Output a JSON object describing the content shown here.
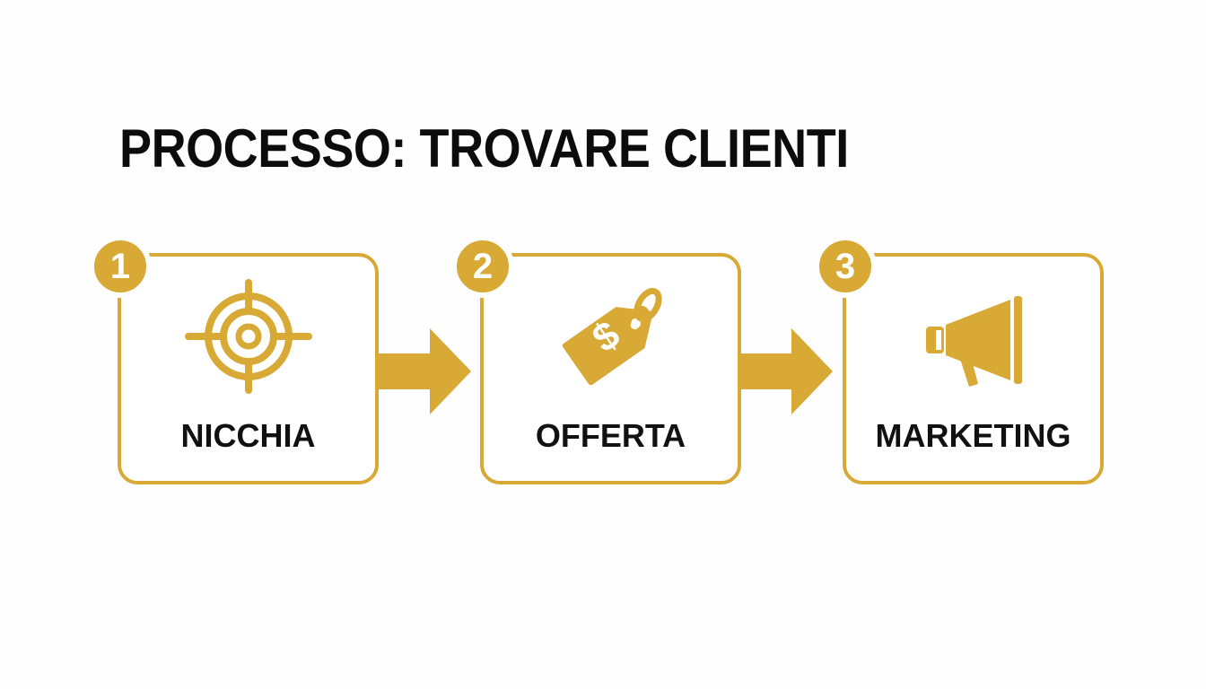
{
  "title": "PROCESSO: TROVARE CLIENTI",
  "accent_color": "#d8aa35",
  "steps": [
    {
      "number": "1",
      "label": "NICCHIA",
      "icon": "target-icon"
    },
    {
      "number": "2",
      "label": "OFFERTA",
      "icon": "price-tag-icon"
    },
    {
      "number": "3",
      "label": "MARKETING",
      "icon": "megaphone-icon"
    }
  ]
}
